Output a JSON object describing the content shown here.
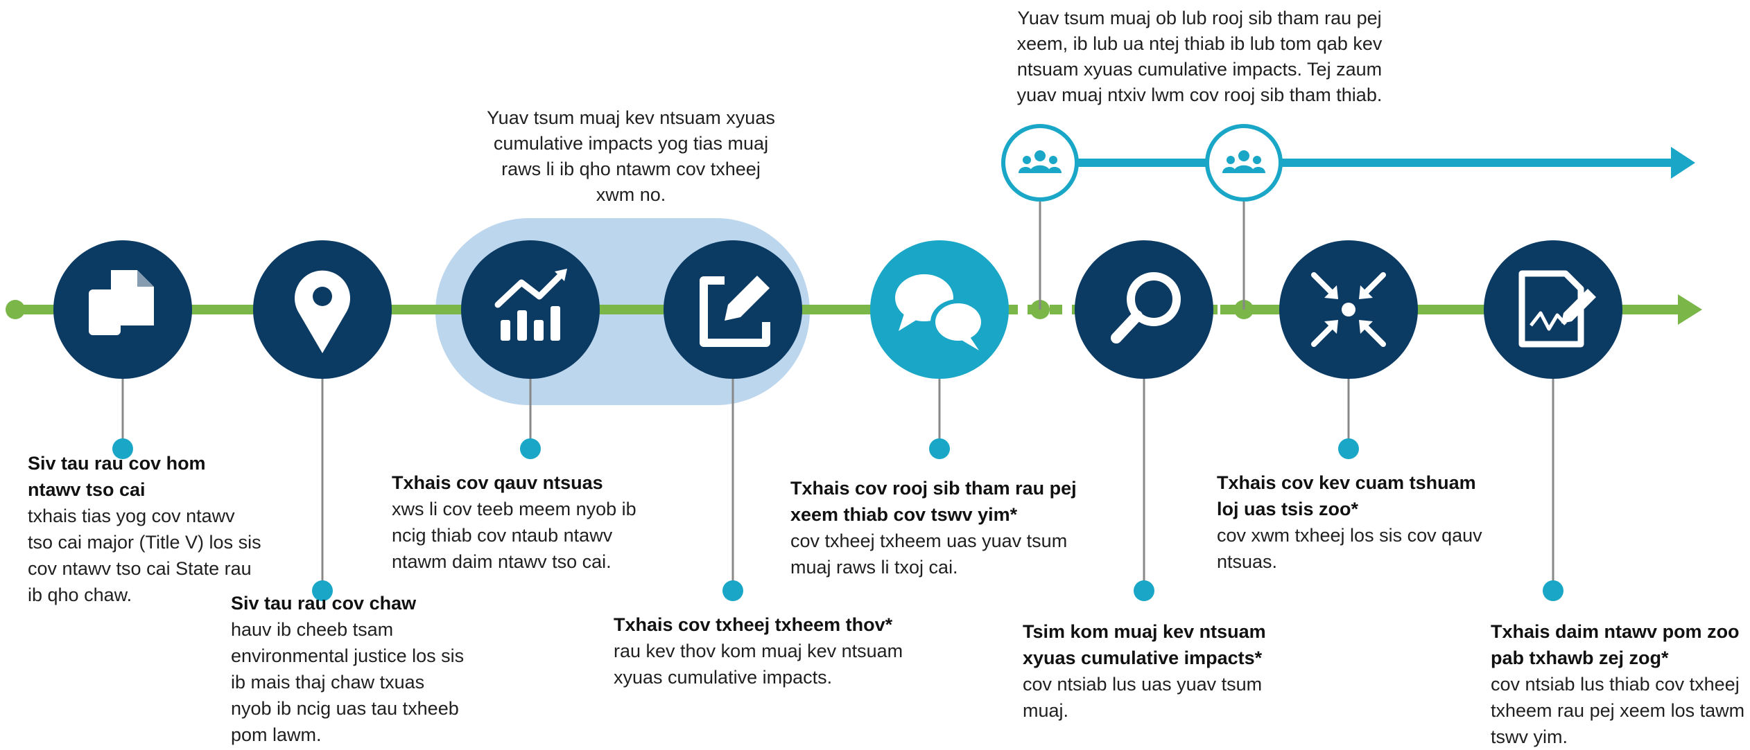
{
  "colors": {
    "navy": "#0b3a63",
    "teal": "#1aa7c7",
    "green": "#7ab648",
    "highlight": "#bcd6ee",
    "white": "#ffffff"
  },
  "top_notes": {
    "group_note": "Yuav tsum muaj kev ntsuam xyuas cumulative impacts yog tias muaj raws li ib qho ntawm cov txheej xwm no.",
    "meeting_note": "Yuav tsum muaj ob lub rooj sib tham rau pej xeem, ib lub ua ntej thiab ib lub tom qab kev ntsuam xyuas cumulative impacts. Tej zaum yuav muaj ntxiv lwm cov rooj sib tham thiab."
  },
  "steps": [
    {
      "icon": "documents-icon",
      "title": "Siv tau rau cov hom ntawv tso cai",
      "body": "txhais tias yog cov ntawv tso cai major (Title V) los sis cov ntawv tso cai State rau ib qho chaw."
    },
    {
      "icon": "map-pin-icon",
      "title": "Siv tau rau cov chaw",
      "body": "hauv ib cheeb tsam environmental justice los sis ib mais thaj chaw txuas nyob ib ncig uas tau txheeb pom lawm."
    },
    {
      "icon": "bar-chart-icon",
      "title": "Txhais cov qauv ntsuas",
      "body": "xws li cov teeb meem nyob ib ncig thiab cov ntaub ntawv ntawm daim ntawv tso cai."
    },
    {
      "icon": "edit-icon",
      "title": "Txhais cov txheej txheem thov*",
      "body": "rau kev thov kom muaj kev ntsuam xyuas cumulative impacts."
    },
    {
      "icon": "chat-bubbles-icon",
      "title": "Txhais cov rooj sib tham rau pej xeem thiab cov tswv yim*",
      "body": "cov txheej txheem uas yuav tsum muaj raws li txoj cai."
    },
    {
      "icon": "magnifier-icon",
      "title": "Tsim kom muaj kev ntsuam xyuas cumulative impacts*",
      "body": "cov ntsiab lus uas yuav tsum muaj."
    },
    {
      "icon": "converge-arrows-icon",
      "title": "Txhais cov kev cuam tshuam loj uas tsis zoo*",
      "body": "cov xwm txheej los sis cov qauv ntsuas."
    },
    {
      "icon": "signed-document-icon",
      "title": "Txhais daim ntawv pom zoo pab txhawb zej zog*",
      "body": "cov ntsiab lus thiab cov txheej txheem rau pej xeem los tawm tswv yim."
    }
  ],
  "meeting_icons": [
    "people-group-icon",
    "people-group-icon"
  ]
}
